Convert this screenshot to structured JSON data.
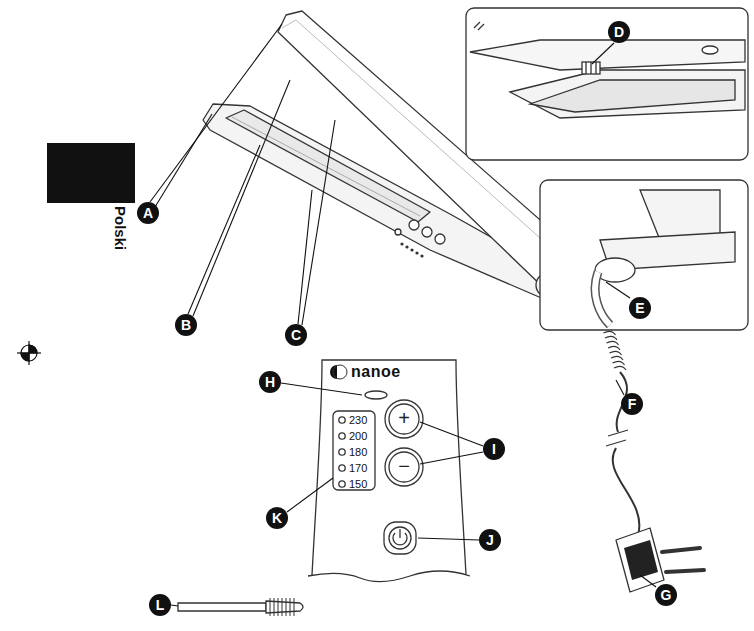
{
  "diagram": {
    "labels": [
      "Polski",
      "A",
      "B",
      "C",
      "D",
      "E",
      "H",
      "nanoe",
      "230",
      "200",
      "180",
      "170",
      "150",
      "+",
      "−",
      "I",
      "F",
      "K",
      "J",
      "G",
      "L"
    ]
  }
}
